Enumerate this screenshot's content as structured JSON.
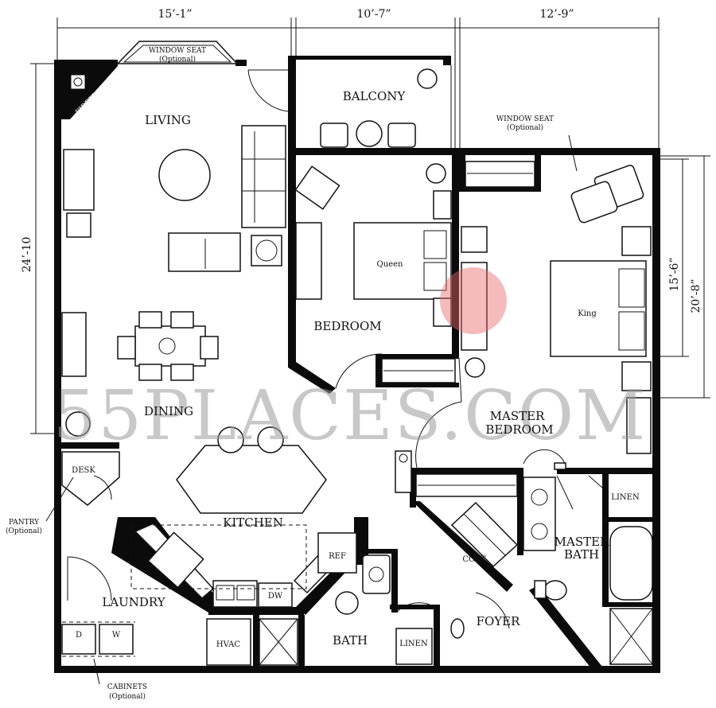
{
  "dimensions": {
    "top_left": "15’-1”",
    "top_mid": "10’-7”",
    "top_right": "12’-9”",
    "left": "24’-10",
    "right_inner": "15’-6”",
    "right_outer": "20’-8”"
  },
  "rooms": {
    "living": "LIVING",
    "balcony": "BALCONY",
    "bedroom": "BEDROOM",
    "master_bedroom_1": "MASTER",
    "master_bedroom_2": "BEDROOM",
    "dining": "DINING",
    "kitchen": "KITCHEN",
    "laundry": "LAUNDRY",
    "bath": "BATH",
    "master_bath_1": "MASTER",
    "master_bath_2": "BATH",
    "foyer": "FOYER"
  },
  "fixtures": {
    "fireplace": "FIREPLACE",
    "queen": "Queen",
    "king": "King",
    "desk": "DESK",
    "ref": "REF",
    "dw": "DW",
    "hvac": "HVAC",
    "coat": "COAT",
    "linen_bath": "LINEN",
    "linen_master": "LINEN",
    "dryer": "D",
    "washer": "W"
  },
  "callouts": {
    "window_seat_living": "WINDOW SEAT",
    "window_seat_living_opt": "(Optional)",
    "window_seat_master": "WINDOW SEAT",
    "window_seat_master_opt": "(Optional)",
    "pantry": "PANTRY",
    "pantry_opt": "(Optional)",
    "cabinets": "CABINETS",
    "cabinets_opt": "(Optional)"
  },
  "watermark": "55PLACES.COM",
  "colors": {
    "wall": "#0b0b0b",
    "watermark": "#9a9a9a",
    "marker": "#e8686a"
  }
}
